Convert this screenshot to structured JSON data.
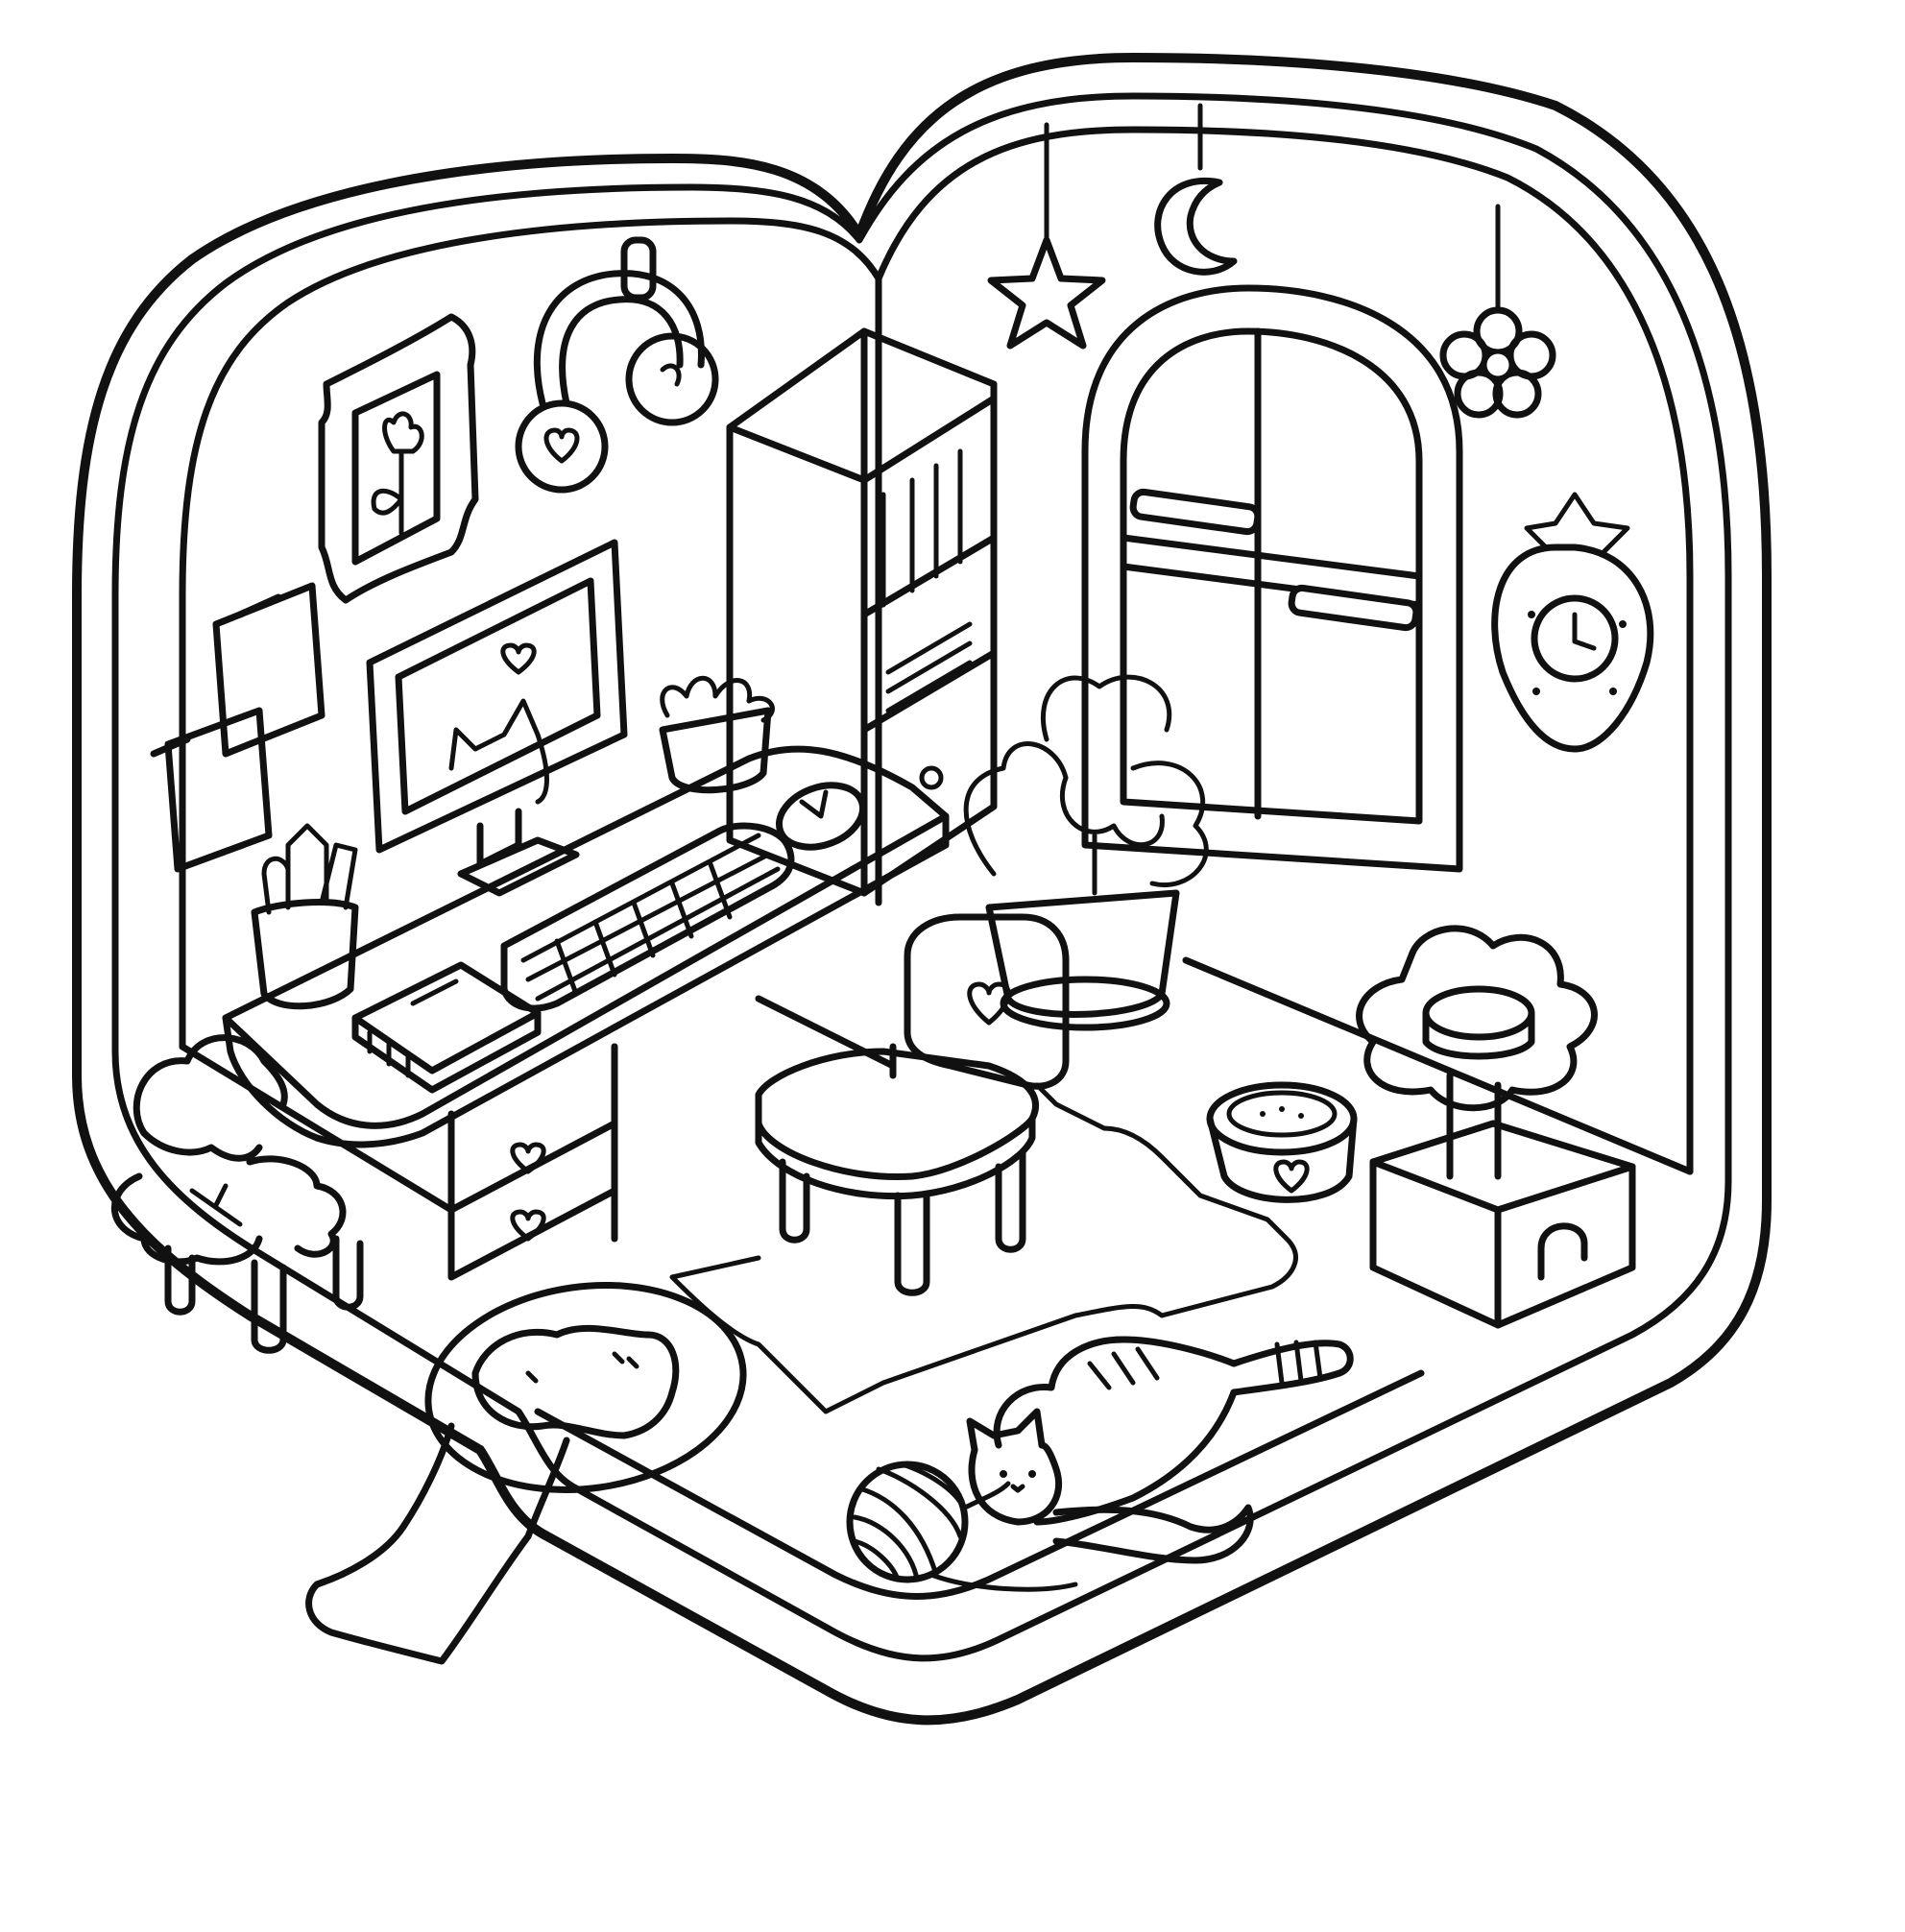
{
  "artwork": {
    "style": "line-art coloring page",
    "colors": {
      "ink": "#111111",
      "paper": "#ffffff"
    },
    "objects": [
      "room-frame-outline",
      "hanging-star-ornament",
      "hanging-moon-ornament",
      "hanging-flower-ornament",
      "framed-flower-picture",
      "headphones-on-hook",
      "sticky-notes",
      "arched-window",
      "strawberry-clock",
      "bookshelf",
      "computer-monitor-cat",
      "succulent-pot",
      "desk",
      "keyboard",
      "mouse",
      "pencil-cup",
      "notebook",
      "potted-plant",
      "desk-chair-heart",
      "floor-rug",
      "pet-food-bowl",
      "cat-tree-flower",
      "leafy-stool",
      "cat-bed",
      "sleeping-cat",
      "yarn-ball"
    ]
  }
}
